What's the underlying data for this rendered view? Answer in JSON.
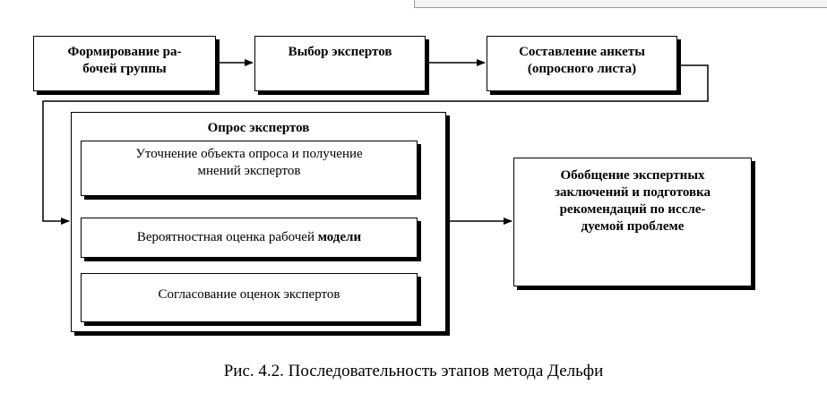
{
  "boxes": {
    "forming_group": "Формирование ра-\nбочей группы",
    "select_experts": "Выбор экспертов",
    "questionnaire": "Составление анкеты\n(опросного листа)",
    "survey": {
      "title": "Опрос экспертов",
      "step1": "Уточнение объекта опроса и получение\nмнений экспертов",
      "step2_prefix": "Вероятностная оценка рабочей ",
      "step2_bold": "модели",
      "step3": "Согласование оценок экспертов"
    },
    "summary": "Обобщение экспертных\nзаключений и подготовка\nрекомендаций по иссле-\nдуемой проблеме"
  },
  "caption": "Рис. 4.2. Последовательность этапов метода Дельфи"
}
